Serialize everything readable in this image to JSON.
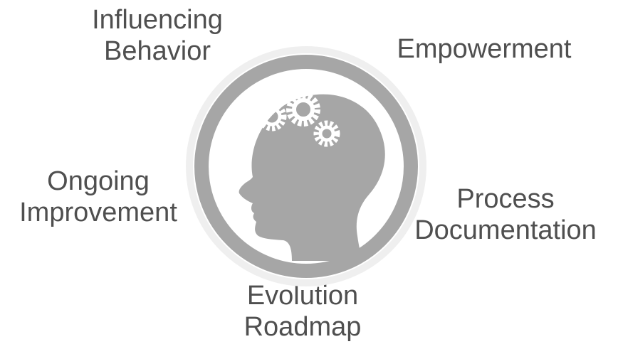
{
  "diagram": {
    "center_icon": "head-with-gears-icon",
    "colors": {
      "text": "#4f4f4f",
      "ring": "#a6a6a6",
      "head": "#a6a6a6",
      "gear": "#ffffff",
      "halo": "#efefef"
    },
    "labels": {
      "influencing_behavior": [
        "Influencing",
        "Behavior"
      ],
      "empowerment": [
        "Empowerment"
      ],
      "ongoing_improvement": [
        "Ongoing",
        "Improvement"
      ],
      "process_documentation": [
        "Process",
        "Documentation"
      ],
      "evolution_roadmap": [
        "Evolution",
        "Roadmap"
      ]
    }
  }
}
